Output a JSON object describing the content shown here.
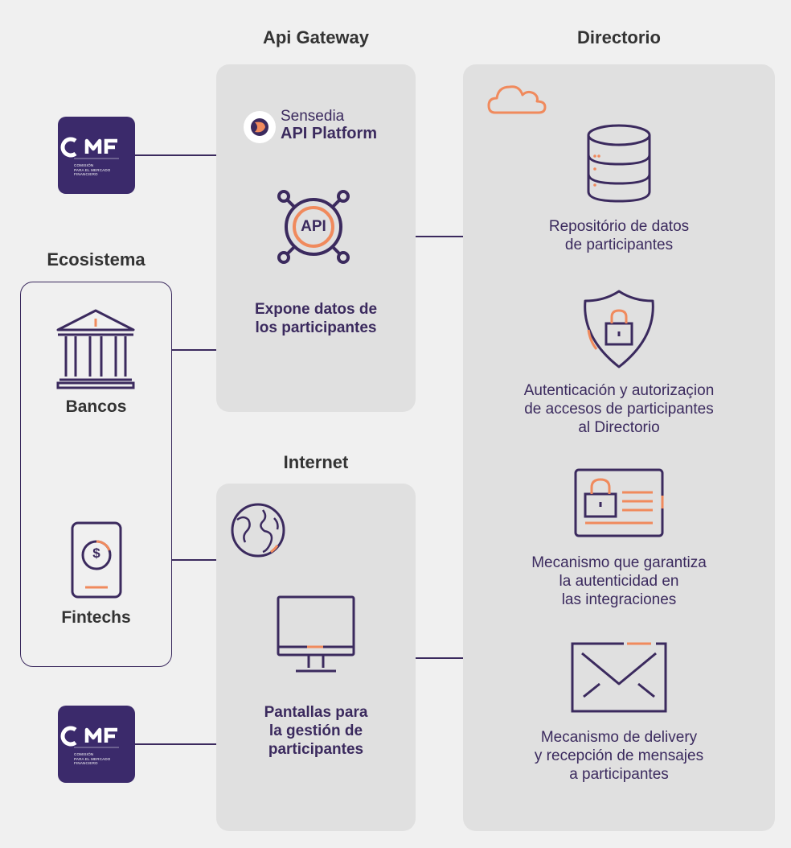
{
  "headings": {
    "api_gateway": "Api Gateway",
    "directorio": "Directorio",
    "ecosistema": "Ecosistema",
    "internet": "Internet"
  },
  "cmf_logo": {
    "mark": "CMF",
    "line1": "COMISIÓN",
    "line2": "PARA EL MERCADO",
    "line3": "FINANCIERO"
  },
  "api_gateway": {
    "brand_name": "Sensedia",
    "platform_name": "API Platform",
    "api_label": "API",
    "caption_line1": "Expone datos de",
    "caption_line2": "los participantes"
  },
  "ecosistema": {
    "bancos": "Bancos",
    "fintechs": "Fintechs",
    "fintech_icon_symbol": "$"
  },
  "internet": {
    "caption_line1": "Pantallas para",
    "caption_line2": "la gestión de",
    "caption_line3": "participantes"
  },
  "directorio": {
    "items": [
      {
        "icon": "database-icon",
        "lines": [
          "Repositório de datos",
          "de participantes"
        ]
      },
      {
        "icon": "shield-lock-icon",
        "lines": [
          "Autenticación y autorizaçion",
          "de accesos de participantes",
          "al Directorio"
        ]
      },
      {
        "icon": "certificate-icon",
        "lines": [
          "Mecanismo que garantiza",
          "la autenticidad en",
          "las integraciones"
        ]
      },
      {
        "icon": "envelope-icon",
        "lines": [
          "Mecanismo de delivery",
          "y recepción de mensajes",
          "a participantes"
        ]
      }
    ]
  },
  "colors": {
    "background": "#f0f0f0",
    "panel": "#e0e0e0",
    "primary": "#3b2a5e",
    "accent": "#f08a5d",
    "cmf_bg": "#3b2a6b"
  }
}
